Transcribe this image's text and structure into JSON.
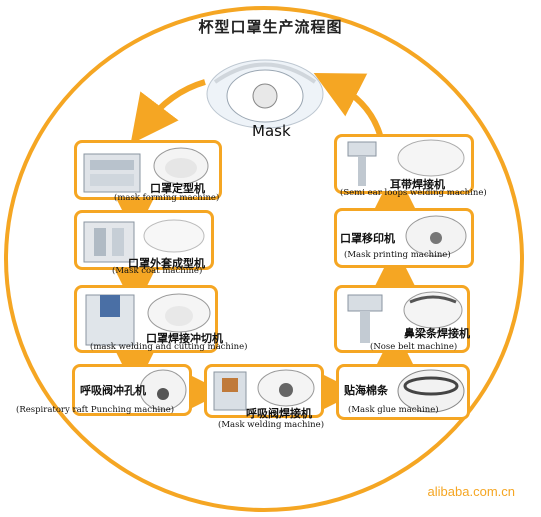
{
  "title": "杯型口罩生产流程图",
  "center_label": "Mask",
  "watermark": "alibaba.com.cn",
  "accent_color": "#f5a623",
  "steps": [
    {
      "cn": "口罩定型机",
      "en": "(mask forming machine)"
    },
    {
      "cn": "口罩外套成型机",
      "en": "(Mask coat machine)"
    },
    {
      "cn": "口罩焊接冲切机",
      "en": "(mask welding and cutting machine)"
    },
    {
      "cn": "呼吸阀冲孔机",
      "en": "(Respiratory raft Punching machine)"
    },
    {
      "cn": "呼吸阀焊接机",
      "en": "(Mask welding machine)"
    },
    {
      "cn": "贴海棉条",
      "en": "(Mask glue machine)"
    },
    {
      "cn": "鼻梁条焊接机",
      "en": "(Nose belt machine)"
    },
    {
      "cn": "口罩移印机",
      "en": "(Mask printing machine)"
    },
    {
      "cn": "耳带焊接机",
      "en": "(Semi ear loops welding machine)"
    }
  ]
}
